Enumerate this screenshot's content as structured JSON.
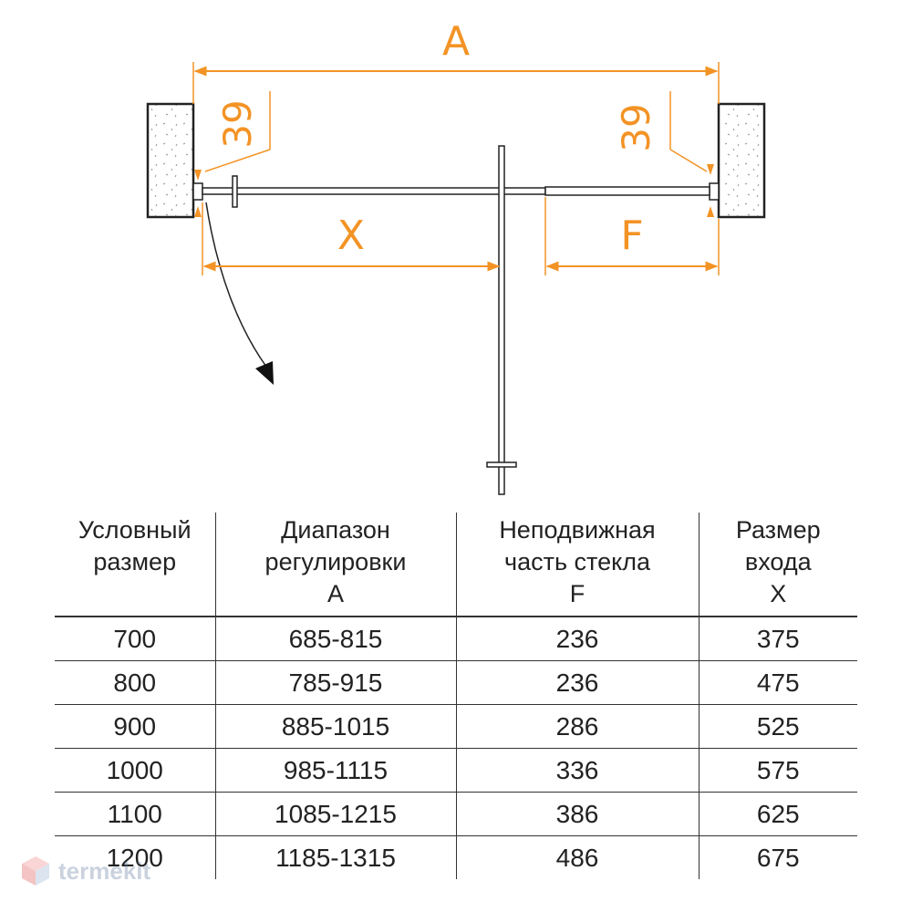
{
  "diagram": {
    "label_a": "A",
    "label_x": "X",
    "label_f": "F",
    "gap_left": "39",
    "gap_right": "39",
    "accent_color": "#f39325"
  },
  "table": {
    "headers": [
      [
        "Условный",
        "размер"
      ],
      [
        "Диапазон",
        "регулировки",
        "A"
      ],
      [
        "Неподвижная",
        "часть стекла",
        "F"
      ],
      [
        "Размер",
        "входа",
        "X"
      ]
    ],
    "rows": [
      [
        "700",
        "685-815",
        "236",
        "375"
      ],
      [
        "800",
        "785-915",
        "236",
        "475"
      ],
      [
        "900",
        "885-1015",
        "286",
        "525"
      ],
      [
        "1000",
        "985-1115",
        "336",
        "575"
      ],
      [
        "1100",
        "1085-1215",
        "386",
        "625"
      ],
      [
        "1200",
        "1185-1315",
        "486",
        "675"
      ]
    ]
  },
  "watermark": {
    "text": "termekit"
  }
}
